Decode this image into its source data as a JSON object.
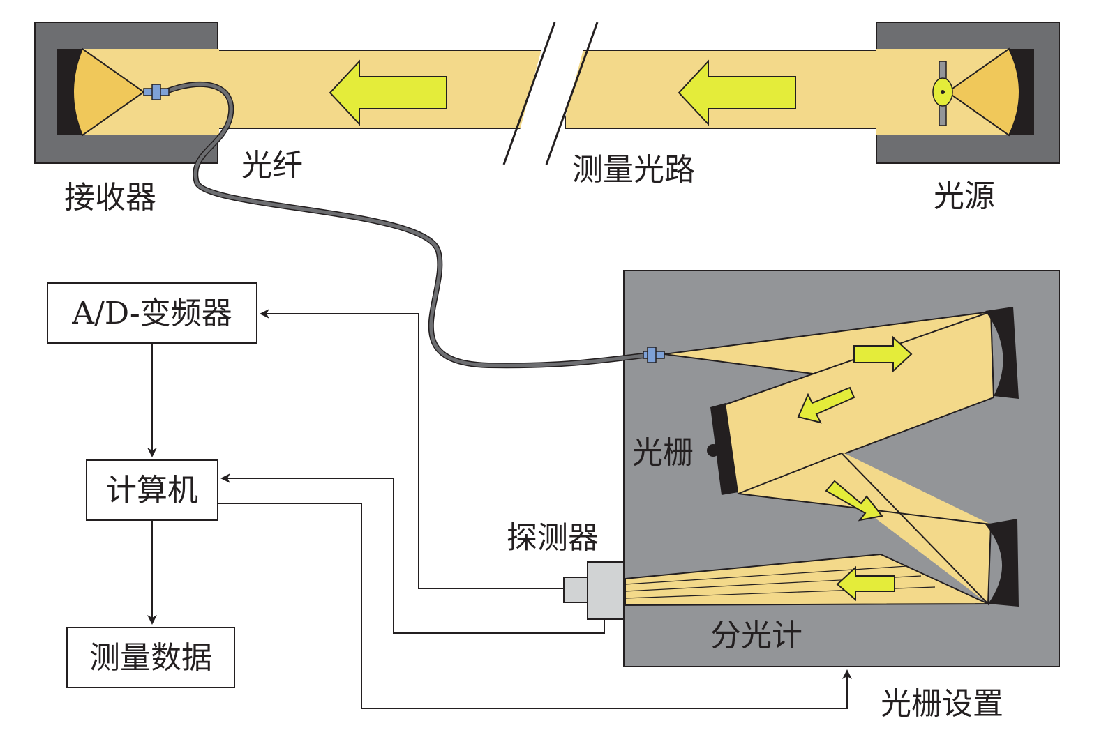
{
  "labels": {
    "receiver": "接收器",
    "fiber": "光纤",
    "measurement_path": "测量光路",
    "light_source": "光源",
    "grating": "光栅",
    "detector": "探测器",
    "spectrometer": "分光计",
    "grating_setup": "光栅设置"
  },
  "boxes": {
    "ad_converter": "A/D-变频器",
    "computer": "计算机",
    "measurement_data": "测量数据"
  },
  "colors": {
    "beam": "#f3d98a",
    "mirror_fill": "#f0c85a",
    "arrow_fill": "#e4ec3a",
    "housing": "#6d6e71",
    "spectrometer_bg": "#939598",
    "fiber_cable": "#6d6e71",
    "connector": "#7ea1d6",
    "outline": "#231f20"
  }
}
